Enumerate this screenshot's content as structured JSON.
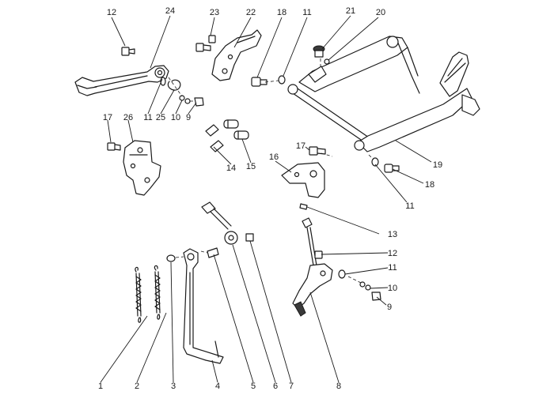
{
  "diagram": {
    "callouts": {
      "p1": "1",
      "p2": "2",
      "p3": "3",
      "p4": "4",
      "p5": "5",
      "p6": "6",
      "p7": "7",
      "p8": "8",
      "p9a": "9",
      "p9b": "9",
      "p10a": "10",
      "p10b": "10",
      "p11a": "11",
      "p11b": "11",
      "p11c": "11",
      "p11d": "11",
      "p12a": "12",
      "p12b": "12",
      "p13": "13",
      "p14": "14",
      "p15": "15",
      "p16": "16",
      "p17a": "17",
      "p17b": "17",
      "p18a": "18",
      "p18b": "18",
      "p19": "19",
      "p20": "20",
      "p21": "21",
      "p22": "22",
      "p23": "23",
      "p24": "24",
      "p25": "25",
      "p26": "26"
    }
  }
}
